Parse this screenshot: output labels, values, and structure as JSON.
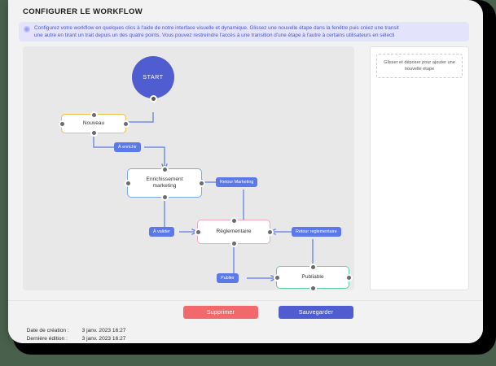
{
  "modal": {
    "title": "CONFIGURER LE WORKFLOW"
  },
  "banner": {
    "icon": "info-icon",
    "text": "Configurez votre workflow en quelques clics à l'aide de notre interface visuelle et dynamique. Glissez une nouvelle étape dans la fenêtre puis créez une transit\nune autre en tirant un trait depuis un des quatre points. Vous pouvez restreindre l'accès à une transition d'une étape à l'autre à certains utilisateurs en sélecti",
    "background": "#e3e4fb",
    "text_color": "#4b56c6"
  },
  "palette": {
    "dropzone_label": "Glisser et déposer pour ajouter une nouvelle étape"
  },
  "canvas": {
    "background": "#e8e8e8",
    "start": {
      "label": "START",
      "color": "#4f5dd0"
    },
    "nodes": [
      {
        "id": "nouveau",
        "label": "Nouveau",
        "border": "#f5bf42"
      },
      {
        "id": "enrichissement",
        "label": "Enrichissement marketing",
        "border": "#7aa9ef"
      },
      {
        "id": "reglementaire",
        "label": "Réglementaire",
        "border": "#f2a8bb"
      },
      {
        "id": "publiable",
        "label": "Publiable",
        "border": "#5ecfa4"
      }
    ],
    "transitions": [
      {
        "id": "a-enrichir",
        "label": "À enrichir"
      },
      {
        "id": "retour-marketing",
        "label": "Retour Marketing"
      },
      {
        "id": "a-valider",
        "label": "À valider"
      },
      {
        "id": "retour-reglementaire",
        "label": "Retour reglementaire"
      },
      {
        "id": "publier",
        "label": "Publier"
      }
    ],
    "edge_color": "#5b79e8"
  },
  "footer": {
    "delete_label": "Supprimer",
    "save_label": "Sauvegarder",
    "delete_color": "#f2696c",
    "save_color": "#4f5dd0",
    "created_key": "Date de création :",
    "created_value": "3 janv. 2023 16:27",
    "edited_key": "Dernière édition :",
    "edited_value": "3 janv. 2023 16:27"
  }
}
